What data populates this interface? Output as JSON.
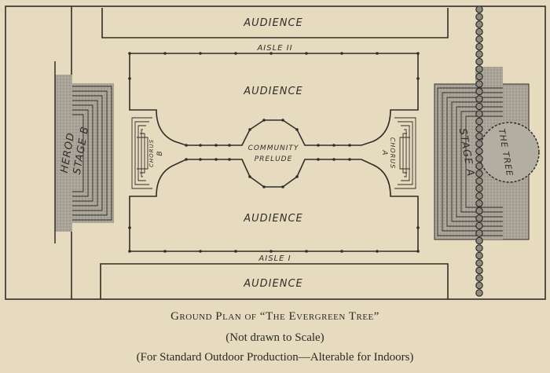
{
  "diagram": {
    "labels": {
      "audience_top_outer": "AUDIENCE",
      "aisle_top": "AISLE II",
      "audience_upper": "AUDIENCE",
      "community_prelude_line1": "COMMUNITY",
      "community_prelude_line2": "PRELUDE",
      "audience_lower": "AUDIENCE",
      "aisle_bottom": "AISLE I",
      "audience_bottom_outer": "AUDIENCE",
      "chorus_b": "CHORUS",
      "chorus_b_letter": "B",
      "chorus_a": "CHORUS",
      "chorus_a_letter": "A",
      "stage_b_line1": "HEROD",
      "stage_b_line2": "STAGE B",
      "stage_a": "STAGE A",
      "tree": "THE TREE"
    },
    "colors": {
      "paper": "#e6dbbf",
      "ink": "#2f2e2a",
      "stage": "#a8a397"
    }
  },
  "caption": {
    "title": "Ground Plan of “The Evergreen Tree”",
    "note": "(Not drawn to Scale)",
    "subtitle": "(For Standard Outdoor Production—Alterable for Indoors)"
  }
}
